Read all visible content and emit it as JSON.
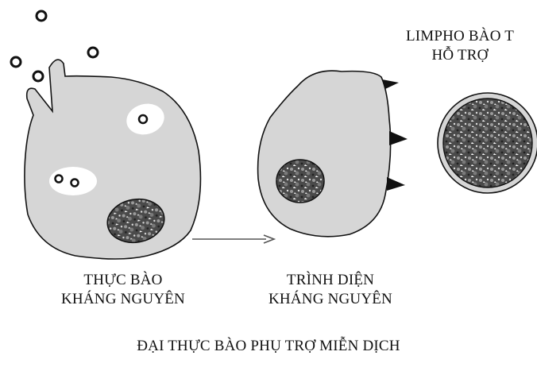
{
  "labels": {
    "helper_t_cell": {
      "line1": "LIMPHO BÀO T",
      "line2": "HỖ TRỢ"
    },
    "phagocytosis": {
      "line1": "THỰC BÀO",
      "line2": "KHÁNG NGUYÊN"
    },
    "presentation": {
      "line1": "TRÌNH DIỆN",
      "line2": "KHÁNG NGUYÊN"
    },
    "caption": "ĐẠI THỰC BÀO PHỤ TRỢ MIỄN DỊCH"
  },
  "colors": {
    "cell_fill": "#d6d6d6",
    "outline": "#111111",
    "vacuole": "#ffffff",
    "nucleus_dark": "#3a3a3a",
    "arrow": "#555555"
  }
}
